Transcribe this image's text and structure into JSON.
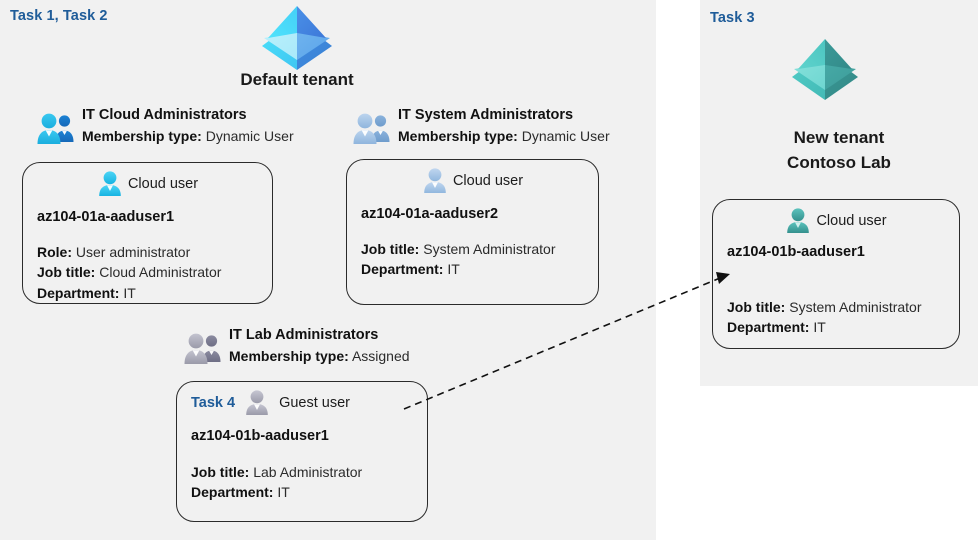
{
  "panels": {
    "left": {
      "task_label": "Task 1, Task 2"
    },
    "right": {
      "task_label": "Task 3"
    }
  },
  "tenants": [
    {
      "id": "default-tenant",
      "icon": "azure-ad-tenant-icon",
      "title": "Default tenant",
      "color": "#3fb0f0"
    },
    {
      "id": "new-tenant",
      "icon": "azure-ad-tenant-icon",
      "title_line1": "New  tenant",
      "title_line2": "Contoso Lab",
      "color": "#4fb9b4"
    }
  ],
  "groups": [
    {
      "id": "it-cloud-administrators",
      "icon": "group-users-icon",
      "name": "IT Cloud Administrators",
      "meta_label": "Membership type:",
      "meta_value": "Dynamic User",
      "color": "#29b6e8"
    },
    {
      "id": "it-system-administrators",
      "icon": "group-users-icon",
      "name": "IT System Administrators",
      "meta_label": "Membership type:",
      "meta_value": "Dynamic User",
      "color": "#8fb4da"
    },
    {
      "id": "it-lab-administrators",
      "icon": "group-users-icon",
      "name": "IT Lab Administrators",
      "meta_label": "Membership type:",
      "meta_value": "Assigned",
      "color": "#9a9aa8"
    }
  ],
  "cards": [
    {
      "id": "az104-01a-aaduser1",
      "user_icon": "cloud-user-icon",
      "user_type": "Cloud user",
      "upn": "az104-01a-aaduser1",
      "icon_color": "#2ec2ef",
      "attrs": [
        {
          "label": "Role:",
          "value": "User administrator"
        },
        {
          "label": "Job title:",
          "value": "Cloud Administrator"
        },
        {
          "label": "Department:",
          "value": "IT"
        }
      ]
    },
    {
      "id": "az104-01a-aaduser2",
      "user_icon": "cloud-user-icon",
      "user_type": "Cloud user",
      "upn": "az104-01a-aaduser2",
      "icon_color": "#a3c2e2",
      "attrs": [
        {
          "label": "Job title:",
          "value": "System Administrator"
        },
        {
          "label": "Department:",
          "value": "IT"
        }
      ]
    },
    {
      "id": "az104-01b-aaduser1-guest",
      "task_inline": "Task 4",
      "user_icon": "guest-user-icon",
      "user_type": "Guest user",
      "upn": "az104-01b-aaduser1",
      "icon_color": "#a9a9b6",
      "attrs": [
        {
          "label": "Job title:",
          "value": "Lab Administrator"
        },
        {
          "label": "Department:",
          "value": "IT"
        }
      ]
    },
    {
      "id": "az104-01b-aaduser1-cloud",
      "user_icon": "cloud-user-icon",
      "user_type": "Cloud user",
      "upn": "az104-01b-aaduser1",
      "icon_color": "#3fa8a4",
      "attrs": [
        {
          "label": "Job title:",
          "value": "System Administrator"
        },
        {
          "label": "Department:",
          "value": "IT"
        }
      ]
    }
  ],
  "connector": {
    "id": "guest-to-cloud-user-arrow",
    "style": "dashed-arrow"
  },
  "colors": {
    "panel_background": "#f1f1f1",
    "page_background": "#ffffff",
    "task_label": "#1f5c99",
    "card_border": "#2b2b2b",
    "text": "#1a1a1a"
  }
}
